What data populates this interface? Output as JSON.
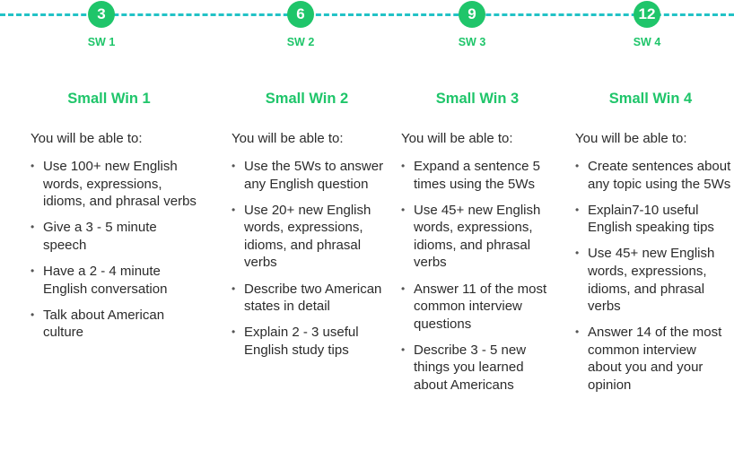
{
  "milestones": [
    {
      "number": "3",
      "label": "SW 1"
    },
    {
      "number": "6",
      "label": "SW 2"
    },
    {
      "number": "9",
      "label": "SW 3"
    },
    {
      "number": "12",
      "label": "SW 4"
    }
  ],
  "columns": [
    {
      "title": "Small Win 1",
      "intro": "You will be able to:",
      "items": [
        "Use 100+ new English words, expressions, idioms, and phrasal verbs",
        "Give a 3 - 5 minute speech",
        "Have a 2 - 4 minute English conversation",
        "Talk about American culture"
      ]
    },
    {
      "title": "Small Win 2",
      "intro": "You will be able to:",
      "items": [
        "Use the 5Ws to answer any English question",
        "Use 20+ new English words, expressions, idioms, and phrasal verbs",
        "Describe two American states in detail",
        "Explain 2 - 3 useful English study tips"
      ]
    },
    {
      "title": "Small Win 3",
      "intro": "You will be able to:",
      "items": [
        "Expand a sentence 5 times using the 5Ws",
        "Use 45+ new English words, expressions, idioms, and phrasal verbs",
        "Answer 11 of the most common interview questions",
        "Describe 3 - 5 new things you learned about Americans"
      ]
    },
    {
      "title": "Small Win 4",
      "intro": "You will be able to:",
      "items": [
        "Create sentences about any topic using the 5Ws",
        "Explain7-10 useful English speaking tips",
        "Use 45+ new English words, expressions, idioms, and phrasal verbs",
        "Answer 14 of the most common interview about you and your opinion"
      ]
    }
  ],
  "colors": {
    "accent_green": "#1fc56a",
    "timeline_cyan": "#22c2c6",
    "text": "#2b2b2b"
  }
}
